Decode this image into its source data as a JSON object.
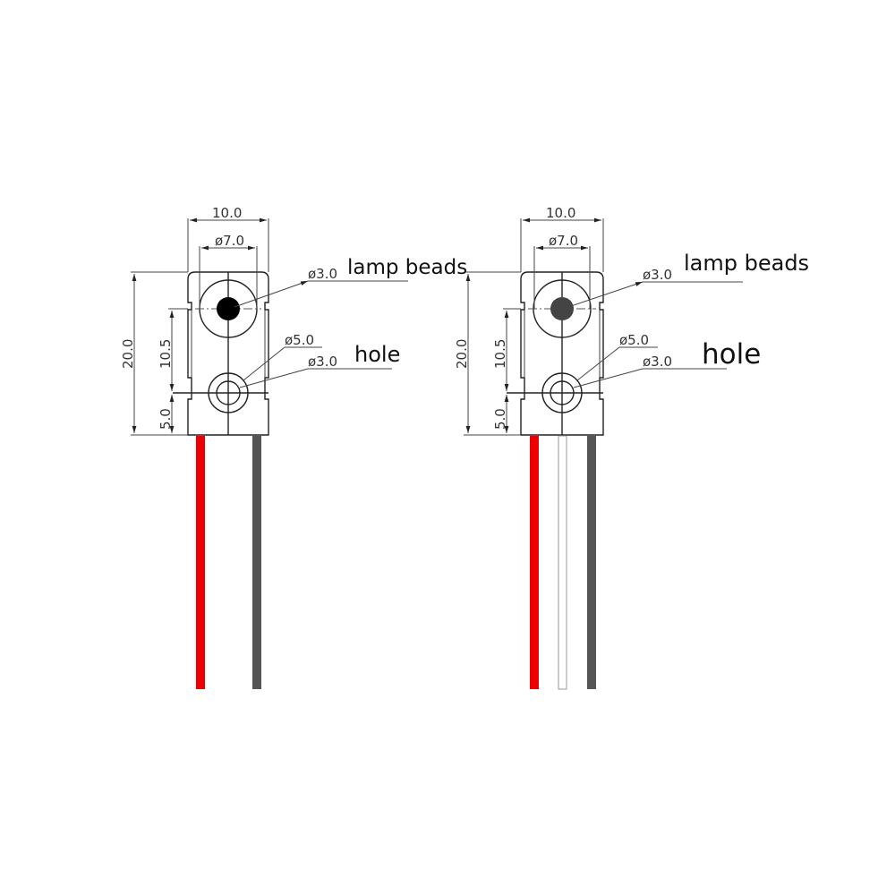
{
  "diagram": {
    "type": "technical-drawing",
    "units": "mm",
    "colors": {
      "line": "#222222",
      "red_wire": "#ee0000",
      "black_wire": "#555555",
      "white_wire": "#ffffff",
      "lamp_bead_left": "#000000",
      "lamp_bead_right": "#444444"
    },
    "components": [
      {
        "id": "left",
        "variant": "2-wire",
        "dimensions": {
          "width": "10.0",
          "bead_ring": "ø7.0",
          "height": "20.0",
          "center_spacing": "10.5",
          "bottom_offset": "5.0",
          "bead_dia": "ø3.0",
          "hole_outer": "ø5.0",
          "hole_inner": "ø3.0"
        },
        "labels": {
          "lamp": "lamp beads",
          "hole": "hole"
        },
        "wires": [
          "red",
          "black"
        ]
      },
      {
        "id": "right",
        "variant": "3-wire",
        "dimensions": {
          "width": "10.0",
          "bead_ring": "ø7.0",
          "height": "20.0",
          "center_spacing": "10.5",
          "bottom_offset": "5.0",
          "bead_dia": "ø3.0",
          "hole_outer": "ø5.0",
          "hole_inner": "ø3.0"
        },
        "labels": {
          "lamp": "lamp beads",
          "hole": "hole"
        },
        "wires": [
          "red",
          "white",
          "black"
        ]
      }
    ]
  }
}
